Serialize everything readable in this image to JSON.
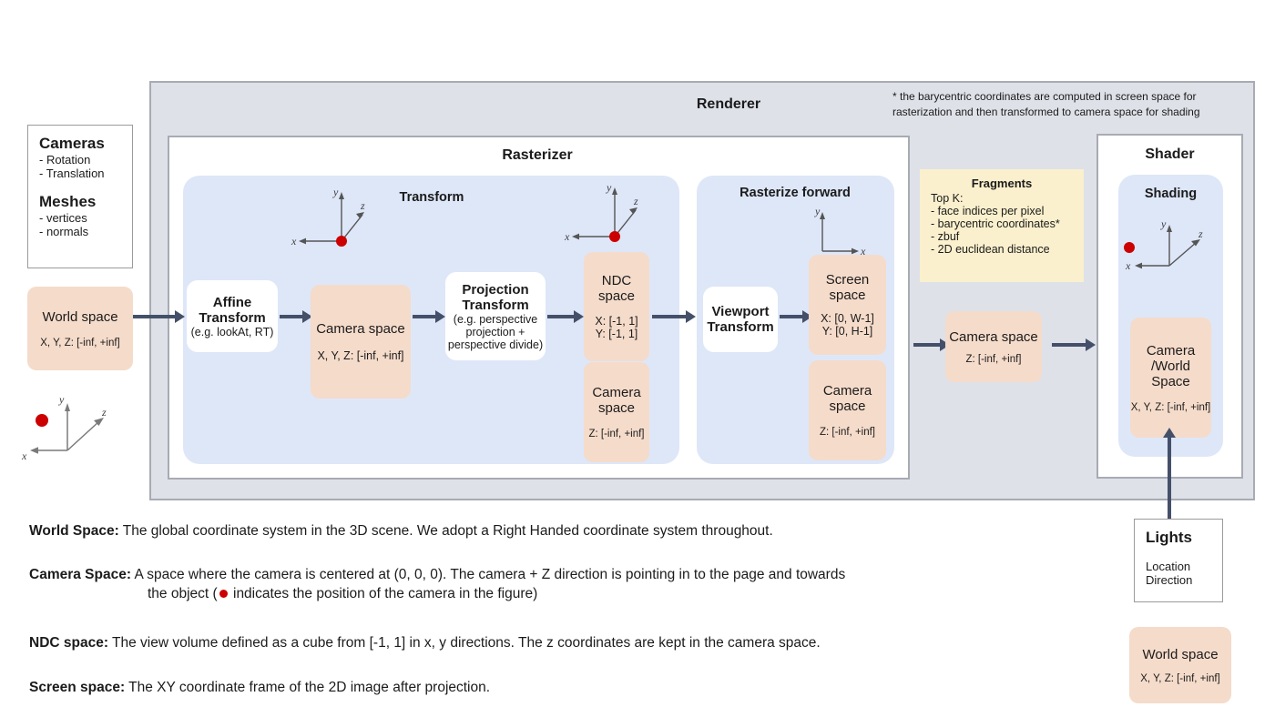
{
  "renderer": {
    "title": "Renderer",
    "footnote_line1": "* the barycentric coordinates are computed in screen space for",
    "footnote_line2": "rasterization and then transformed to camera space for shading"
  },
  "inputs": {
    "cameras_title": "Cameras",
    "cameras_items": [
      "- Rotation",
      "- Translation"
    ],
    "meshes_title": "Meshes",
    "meshes_items": [
      "- vertices",
      "- normals"
    ],
    "world_space": {
      "title": "World space",
      "range": "X, Y, Z: [-inf, +inf]"
    }
  },
  "rasterizer": {
    "title": "Rasterizer",
    "transform": {
      "title": "Transform",
      "affine": {
        "title_l1": "Affine",
        "title_l2": "Transform",
        "sub": "(e.g. lookAt, RT)"
      },
      "camera_space": {
        "title": "Camera space",
        "range": "X, Y, Z: [-inf, +inf]"
      },
      "projection": {
        "title_l1": "Projection",
        "title_l2": "Transform",
        "sub_l1": "(e.g. perspective",
        "sub_l2": "projection +",
        "sub_l3": "perspective divide)"
      },
      "ndc_space": {
        "title_l1": "NDC",
        "title_l2": "space",
        "range_x": "X: [-1, 1]",
        "range_y": "Y: [-1, 1]"
      },
      "camera_space_z": {
        "title_l1": "Camera",
        "title_l2": "space",
        "range": "Z: [-inf, +inf]"
      }
    },
    "rasterize_forward": {
      "title": "Rasterize forward",
      "viewport": {
        "title_l1": "Viewport",
        "title_l2": "Transform"
      },
      "screen_space": {
        "title_l1": "Screen",
        "title_l2": "space",
        "range_x": "X: [0, W-1]",
        "range_y": "Y: [0,  H-1]"
      },
      "camera_space_z": {
        "title_l1": "Camera",
        "title_l2": "space",
        "range": "Z: [-inf, +inf]"
      }
    }
  },
  "fragments": {
    "title": "Fragments",
    "subtitle": "Top K:",
    "items": [
      "- face indices per pixel",
      "- barycentric coordinates*",
      "- zbuf",
      "- 2D euclidean distance"
    ],
    "camera_space": {
      "title": "Camera space",
      "range": "Z: [-inf, +inf]"
    }
  },
  "shader": {
    "title": "Shader",
    "shading_title": "Shading",
    "camera_world": {
      "title_l1": "Camera",
      "title_l2": "/World",
      "title_l3": "Space",
      "range": "X, Y, Z: [-inf, +inf]"
    }
  },
  "lights": {
    "title": "Lights",
    "items": [
      "Location",
      "Direction"
    ],
    "world_space": {
      "title": "World space",
      "range": "X, Y, Z: [-inf, +inf]"
    }
  },
  "axis_labels": {
    "x": "x",
    "y": "y",
    "z": "z"
  },
  "legend": {
    "world_space": {
      "term": "World Space:",
      "text": " The global coordinate system in the 3D scene. We adopt a Right Handed coordinate system throughout."
    },
    "camera_space": {
      "term": "Camera Space:",
      "text_a": " A space where the camera is centered at (0, 0, 0). The camera + Z direction is pointing in to the page and towards",
      "text_b": "the object (",
      "text_c": " indicates the position of the camera in the figure)"
    },
    "ndc_space": {
      "term": "NDC space:",
      "text": " The view volume defined as a cube from [-1, 1] in x, y directions. The z coordinates are kept in the camera space."
    },
    "screen_space": {
      "term": "Screen space:",
      "text": " The XY coordinate frame of the 2D image after projection."
    }
  },
  "colors": {
    "peach": "#f5dbca",
    "blue_panel": "#dee7f8",
    "gray_panel": "#dee1e8",
    "yellow": "#faf0cd",
    "arrow": "#44506a",
    "camera_dot": "#cc0000"
  }
}
